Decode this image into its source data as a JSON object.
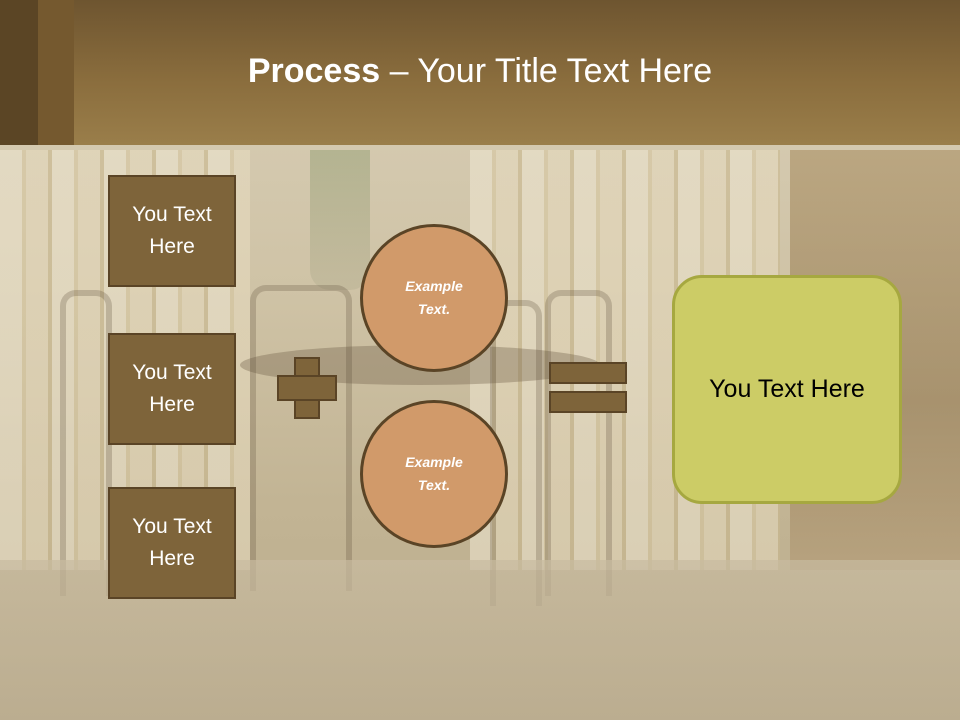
{
  "slide": {
    "title_bold": "Process",
    "title_rest": " – Your Title Text Here",
    "left_boxes": [
      "You Text Here",
      "You Text Here",
      "You Text Here"
    ],
    "circles": [
      "Example Text.",
      "Example Text."
    ],
    "result": "You Text Here"
  },
  "colors": {
    "header": "#8a6d3d",
    "box_fill": "#7e643a",
    "circle_fill": "#d19a6a",
    "result_fill": "#cccc66"
  },
  "icons": [
    "plus-icon",
    "equals-icon"
  ]
}
